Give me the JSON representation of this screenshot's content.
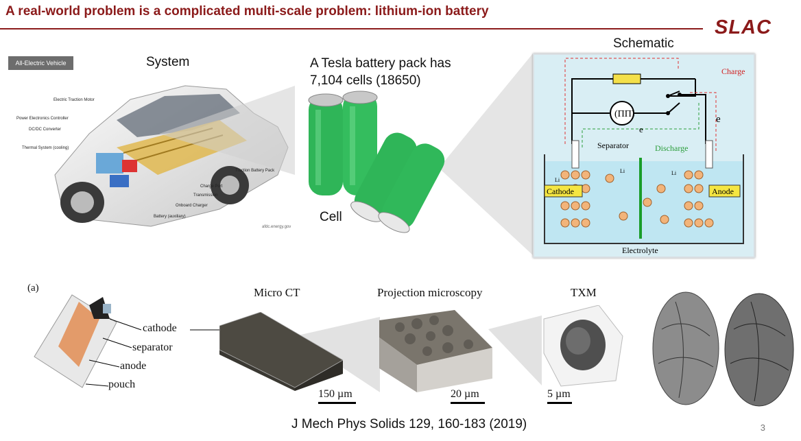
{
  "title": "A real-world problem is a complicated multi-scale problem: lithium-ion battery",
  "logo_text": "SLAC",
  "system": {
    "label": "System",
    "badge": "All-Electric Vehicle",
    "parts": [
      "Electric Traction Motor",
      "Power Electronics Controller",
      "DC/DC Converter",
      "Thermal System (cooling)",
      "Traction Battery Pack",
      "Charge Port",
      "Transmission",
      "Onboard Charger",
      "Battery (auxiliary)"
    ],
    "credit": "afdc.energy.gov"
  },
  "pack": {
    "line1": "A Tesla battery pack has",
    "line2": "7,104 cells (18650)"
  },
  "cell_label": "Cell",
  "schematic": {
    "label": "Schematic",
    "charge": "Charge",
    "discharge": "Discharge",
    "separator": "Separator",
    "cathode": "Cathode",
    "anode": "Anode",
    "electrolyte": "Electrolyte",
    "electron": "e",
    "li": "Li"
  },
  "panel_a": {
    "tag": "(a)",
    "parts": [
      "cathode",
      "separator",
      "anode",
      "pouch"
    ],
    "micro_ct": "Micro CT",
    "projection": "Projection microscopy",
    "txm": "TXM",
    "scale_150": "150 µm",
    "scale_20": "20 µm",
    "scale_5": "5 µm"
  },
  "citation": "J Mech Phys Solids 129, 160-183 (2019)",
  "page_number": "3",
  "colors": {
    "title": "#8b1a1a",
    "cell_green": "#2fb558",
    "schematic_bg": "#d9eef4",
    "label_yellow": "#f5e642",
    "particle": "#f2b47a"
  }
}
